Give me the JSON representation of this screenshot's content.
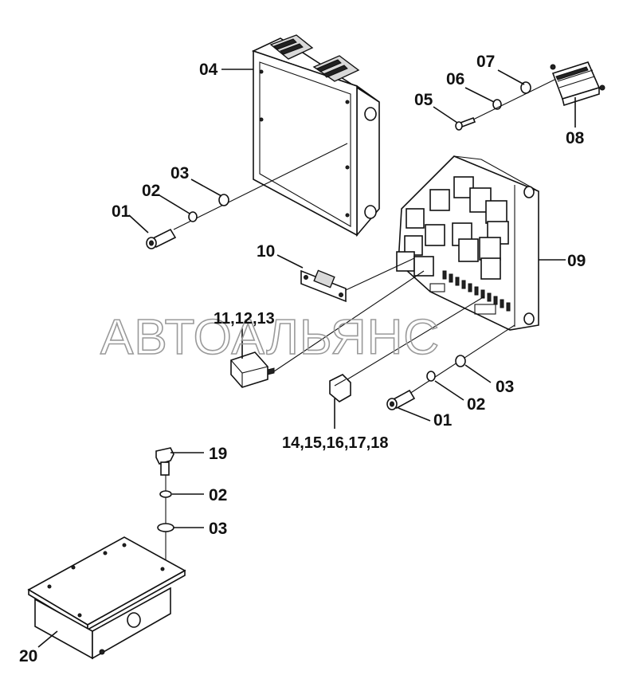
{
  "watermark": "АВТОАЛЬЯНС",
  "labels": {
    "p04": "04",
    "p05": "05",
    "p06": "06",
    "p07": "07",
    "p08": "08",
    "p01a": "01",
    "p02a": "02",
    "p03a": "03",
    "p10": "10",
    "p09": "09",
    "p11_13": "11,12,13",
    "p03b": "03",
    "p02b": "02",
    "p01b": "01",
    "p14_18": "14,15,16,17,18",
    "p19": "19",
    "p02c": "02",
    "p03c": "03",
    "p20": "20"
  }
}
